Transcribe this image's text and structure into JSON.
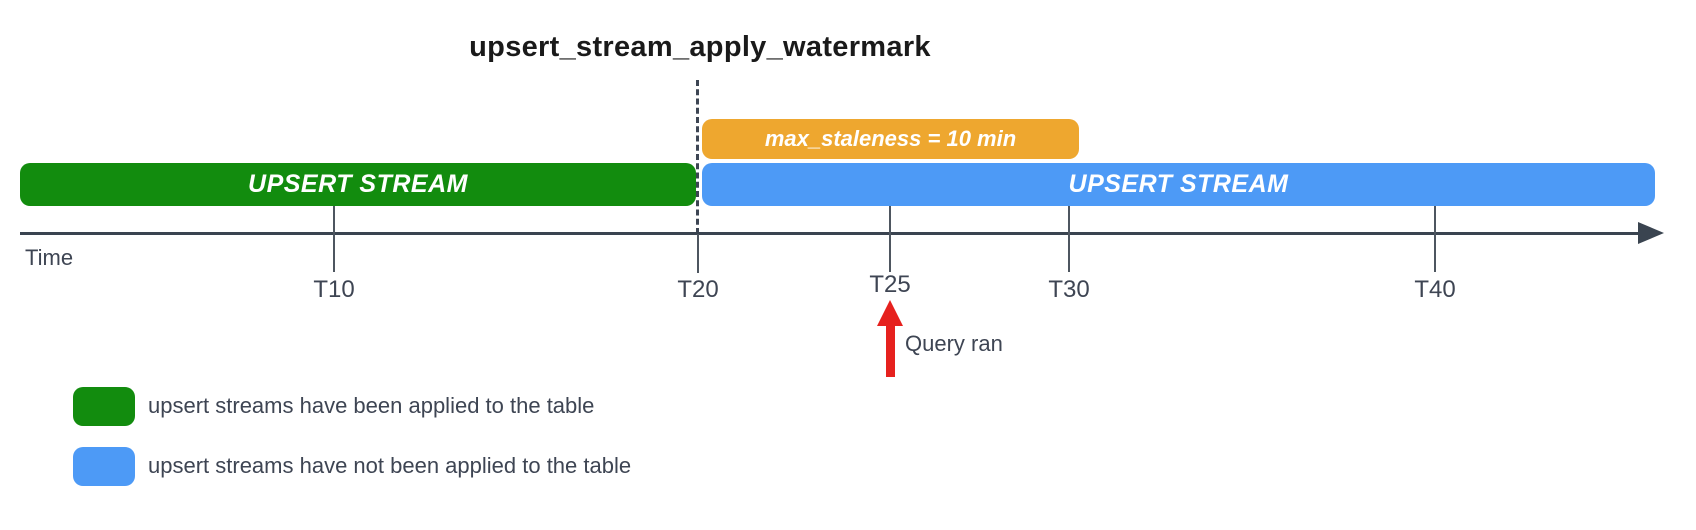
{
  "title": "upsert_stream_apply_watermark",
  "colors": {
    "applied_green": "#128c0e",
    "not_applied_blue": "#4d9af6",
    "staleness_orange": "#eea72f",
    "axis_dark": "#3a4450",
    "label_gray": "#3e4553",
    "query_arrow_red": "#e6211e"
  },
  "bars": {
    "applied_stream": {
      "label": "UPSERT STREAM"
    },
    "not_applied_stream": {
      "label": "UPSERT STREAM"
    },
    "staleness_window": {
      "label": "max_staleness = 10 min"
    }
  },
  "timeline": {
    "axis_label": "Time",
    "ticks": [
      {
        "label": "T10"
      },
      {
        "label": "T20"
      },
      {
        "label": "T25"
      },
      {
        "label": "T30"
      },
      {
        "label": "T40"
      }
    ]
  },
  "annotation": {
    "label": "Query ran"
  },
  "legend": {
    "items": [
      {
        "swatch": "green",
        "label": "upsert streams have been applied to the table"
      },
      {
        "swatch": "blue",
        "label": "upsert streams have not been applied to the table"
      }
    ]
  }
}
